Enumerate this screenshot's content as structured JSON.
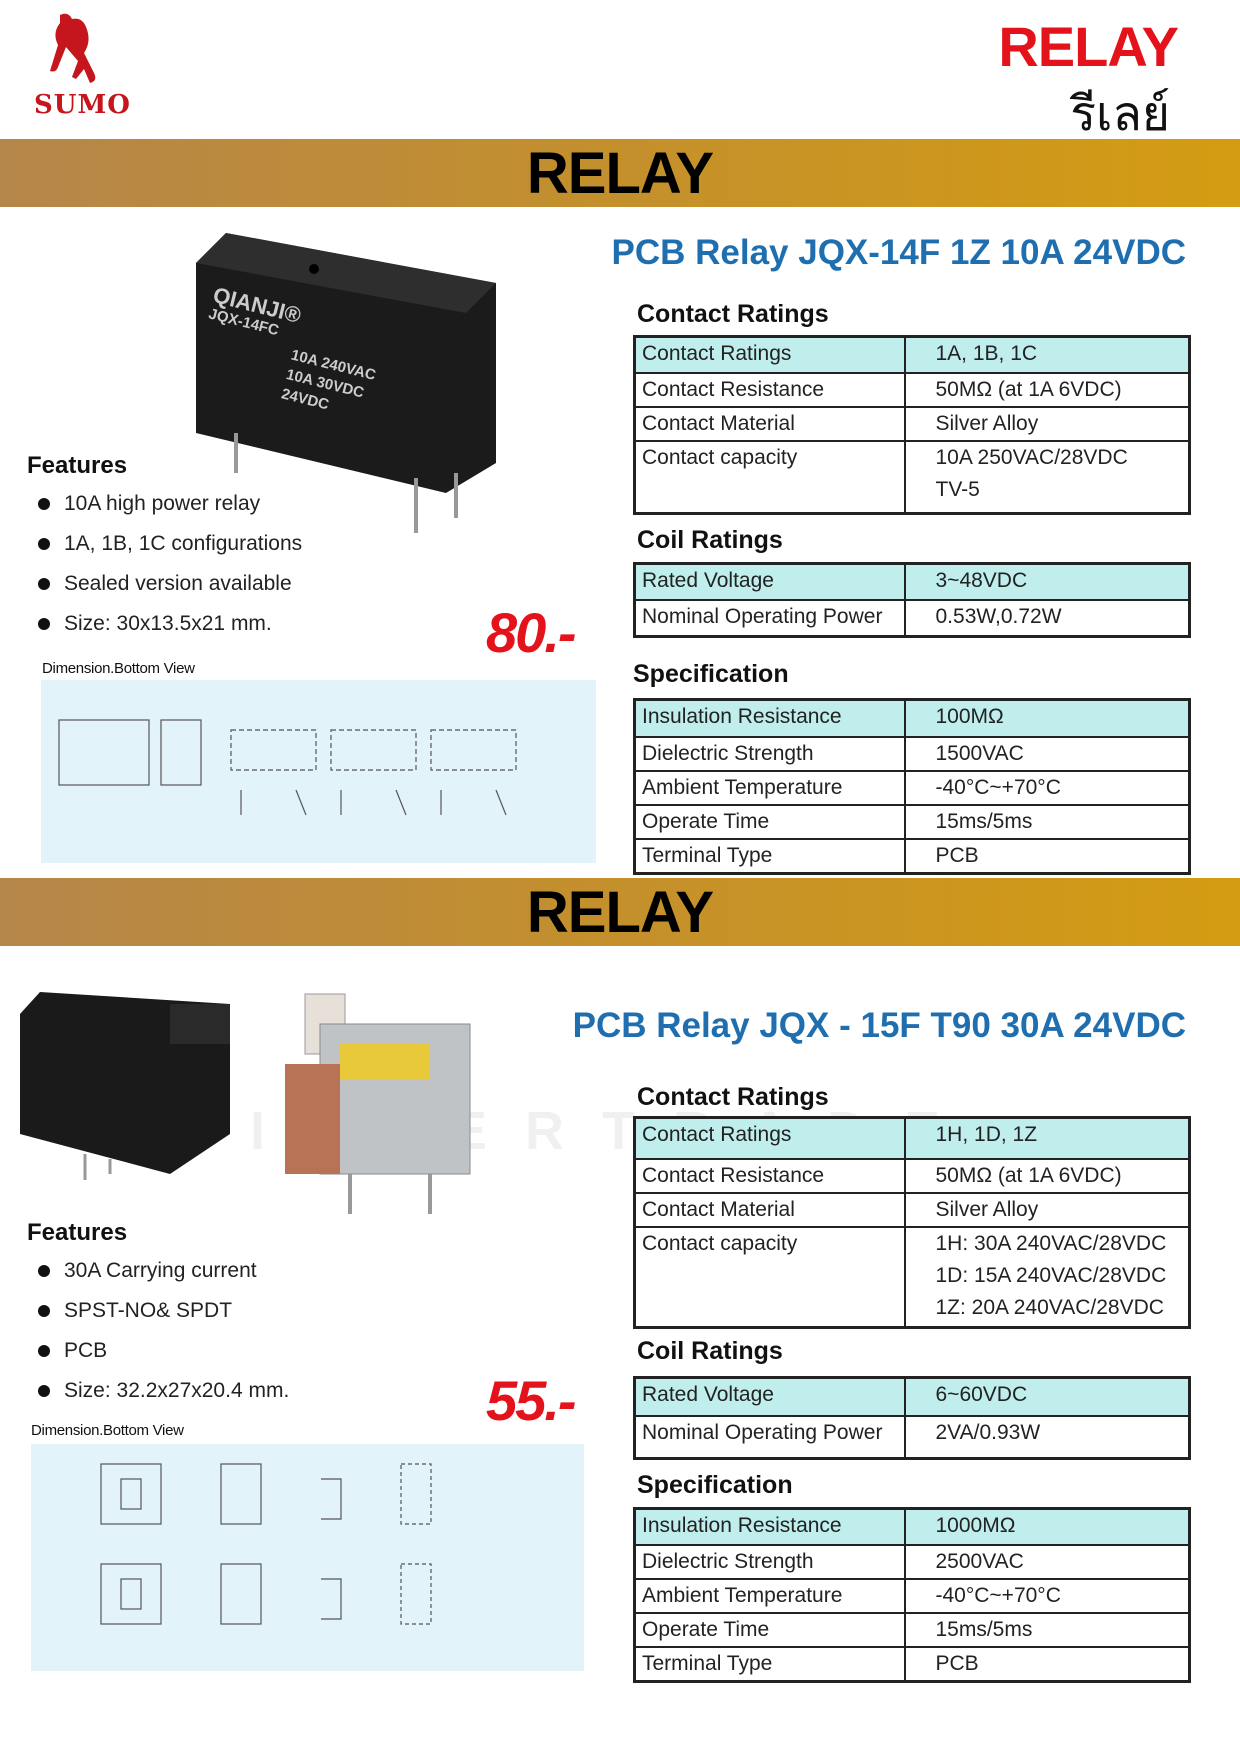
{
  "brand": {
    "logo_text": "SUMO"
  },
  "header": {
    "title_en": "RELAY",
    "title_th": "รีเลย์"
  },
  "watermark": "INTERTRADE",
  "products": [
    {
      "band": "RELAY",
      "title": "PCB Relay JQX-14F 1Z 10A 24VDC",
      "price": "80.-",
      "image_label": [
        "QIANJI®",
        "JQX-14FC",
        "10A 240VAC",
        "10A 30VDC",
        "24VDC"
      ],
      "features_heading": "Features",
      "features": [
        "10A high power relay",
        "1A, 1B, 1C configurations",
        "Sealed version available",
        "Size: 30x13.5x21 mm."
      ],
      "dimension_label": "Dimension.Bottom View",
      "sections": [
        {
          "heading": "Contact Ratings",
          "rows": [
            [
              "Contact Ratings",
              "1A, 1B, 1C"
            ],
            [
              "Contact Resistance",
              "50MΩ (at 1A 6VDC)"
            ],
            [
              "Contact Material",
              "Silver Alloy"
            ],
            [
              "Contact capacity",
              "10A 250VAC/28VDC\n TV-5"
            ]
          ]
        },
        {
          "heading": "Coil Ratings",
          "rows": [
            [
              "Rated Voltage",
              "3~48VDC"
            ],
            [
              "Nominal Operating Power",
              "0.53W,0.72W"
            ]
          ]
        },
        {
          "heading": "Specification",
          "rows": [
            [
              "Insulation Resistance",
              "100MΩ"
            ],
            [
              "Dielectric Strength",
              "1500VAC"
            ],
            [
              "Ambient Temperature",
              "-40°C~+70°C"
            ],
            [
              "Operate Time",
              "15ms/5ms"
            ],
            [
              "Terminal Type",
              "PCB"
            ]
          ]
        }
      ]
    },
    {
      "band": "RELAY",
      "title": "PCB Relay JQX - 15F T90 30A 24VDC",
      "price": "55.-",
      "features_heading": "Features",
      "features": [
        "30A Carrying current",
        "SPST-NO& SPDT",
        "PCB",
        "Size: 32.2x27x20.4 mm."
      ],
      "dimension_label": "Dimension.Bottom View",
      "sections": [
        {
          "heading": "Contact Ratings",
          "rows": [
            [
              "Contact Ratings",
              "1H, 1D, 1Z"
            ],
            [
              "Contact Resistance",
              "50MΩ (at 1A 6VDC)"
            ],
            [
              "Contact Material",
              "Silver Alloy"
            ],
            [
              "Contact capacity",
              "1H: 30A 240VAC/28VDC\n1D: 15A 240VAC/28VDC\n1Z: 20A 240VAC/28VDC"
            ]
          ]
        },
        {
          "heading": "Coil Ratings",
          "rows": [
            [
              "Rated Voltage",
              "6~60VDC"
            ],
            [
              "Nominal Operating Power",
              "2VA/0.93W"
            ]
          ]
        },
        {
          "heading": "Specification",
          "rows": [
            [
              "Insulation Resistance",
              "1000MΩ"
            ],
            [
              "Dielectric Strength",
              "2500VAC"
            ],
            [
              "Ambient Temperature",
              "-40°C~+70°C"
            ],
            [
              "Operate Time",
              "15ms/5ms"
            ],
            [
              "Terminal Type",
              "PCB"
            ]
          ]
        }
      ]
    }
  ]
}
